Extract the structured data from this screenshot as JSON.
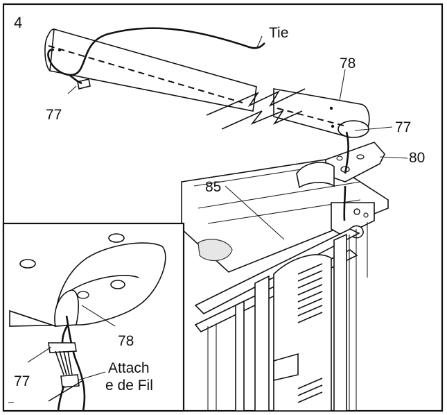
{
  "step_number": "4",
  "labels": {
    "tie": "Tie",
    "part_78_top": "78",
    "part_77_left": "77",
    "part_77_right": "77",
    "part_80": "80",
    "part_85": "85",
    "inset_78": "78",
    "inset_77": "77",
    "inset_attach_line1": "Attach",
    "inset_attach_line2": "e de Fil"
  }
}
